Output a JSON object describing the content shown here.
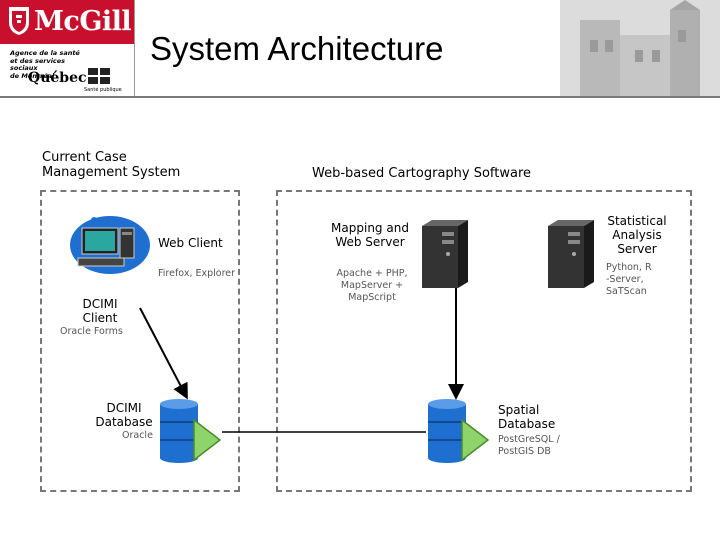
{
  "header": {
    "title": "System Architecture",
    "university": "McGill",
    "agency_line1": "Agence de la santé",
    "agency_line2": "et des services sociaux",
    "agency_line3": "de Montréal",
    "province": "Québec",
    "agency_footer": "Santé publique"
  },
  "sections": {
    "left_title_line1": "Current Case",
    "left_title_line2": "Management System",
    "right_title": "Web-based Cartography Software"
  },
  "nodes": {
    "web_client": {
      "label": "Web Client",
      "detail": "Firefox, Explorer"
    },
    "dcimi_client": {
      "label_line1": "DCIMI",
      "label_line2": "Client",
      "detail": "Oracle Forms"
    },
    "dcimi_database": {
      "label_line1": "DCIMI",
      "label_line2": "Database",
      "detail": "Oracle"
    },
    "mapping_server": {
      "label_line1": "Mapping and",
      "label_line2": "Web Server",
      "detail_line1": "Apache + PHP,",
      "detail_line2": "MapServer +",
      "detail_line3": "MapScript"
    },
    "stats_server": {
      "label_line1": "Statistical",
      "label_line2": "Analysis",
      "label_line3": "Server",
      "detail_line1": "Python, R",
      "detail_line2": "-Server,",
      "detail_line3": "SaTScan"
    },
    "spatial_database": {
      "label_line1": "Spatial",
      "label_line2": "Database",
      "detail_line1": "PostGreSQL /",
      "detail_line2": "PostGIS DB"
    }
  },
  "colors": {
    "brand_red": "#c8102e",
    "db_blue": "#1f6fd1",
    "play_green": "#8fd46a",
    "computer_teal": "#2aa7a0",
    "dashed_border": "#777777"
  }
}
